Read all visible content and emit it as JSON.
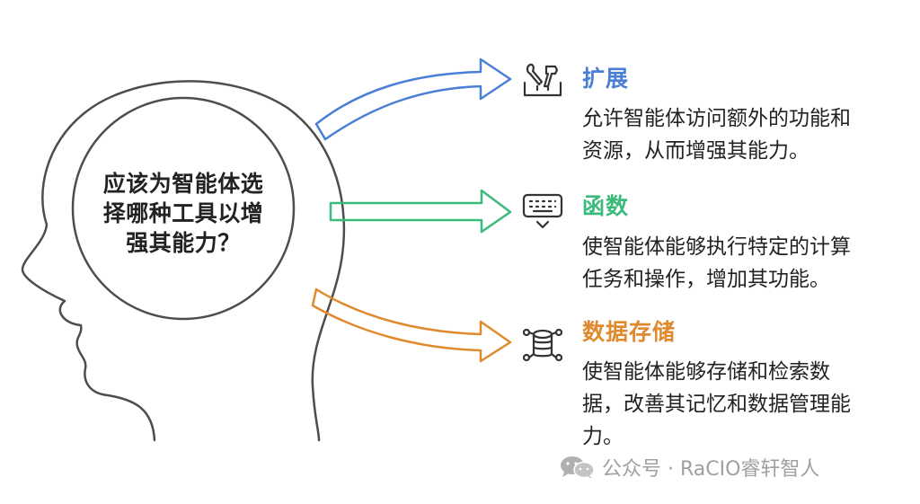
{
  "center": {
    "lines": [
      "应该为智能体选",
      "择哪种工具以增",
      "强其能力？"
    ]
  },
  "items": [
    {
      "title": "扩展",
      "desc_lines": [
        "允许智能体访问额外的功能和",
        "资源，从而增强其能力。"
      ],
      "color": "#4a7fd6",
      "icon": "tools-icon"
    },
    {
      "title": "函数",
      "desc_lines": [
        "使智能体能够执行特定的计算",
        "任务和操作，增加其功能。"
      ],
      "color": "#3cba7c",
      "icon": "keyboard-icon"
    },
    {
      "title": "数据存储",
      "desc_lines": [
        "使智能体能够存储和检索数",
        "据，改善其记忆和数据管理能",
        "力。"
      ],
      "color": "#e08a2e",
      "icon": "database-icon"
    }
  ],
  "watermark": {
    "text": "公众号 · RaCIO睿轩智人",
    "icon": "wechat-icon"
  }
}
